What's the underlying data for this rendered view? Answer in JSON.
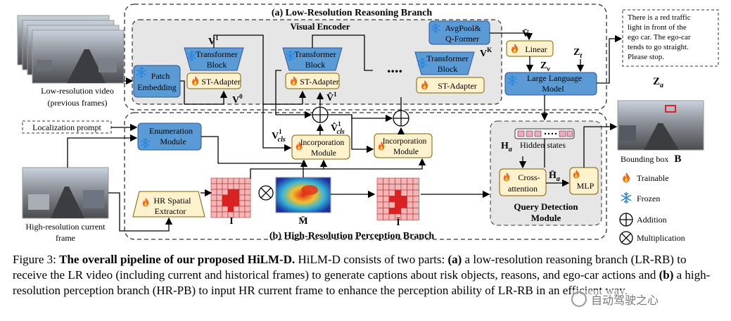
{
  "figure": {
    "lr_branch_title": "(a) Low-Resolution Reasoning Branch",
    "hr_branch_title": "(b) High-Resolution Perception Branch",
    "visual_encoder": "Visual Encoder",
    "lr_video_label_1": "Low-resolution video",
    "lr_video_label_2": "(previous frames)",
    "patch_embedding_1": "Patch",
    "patch_embedding_2": "Embedding",
    "transformer_1": "Transformer",
    "transformer_2": "Block",
    "st_adapter": "ST-Adapter",
    "v1": "V",
    "v1_sup": "1",
    "v0": "V",
    "v0_sup": "0",
    "vhat1": "V̂",
    "vhat1_sup": "1",
    "vk": "V",
    "vk_sup": "K",
    "dots": "....",
    "avgpool_1": "AvgPool&",
    "avgpool_2": "Q-Former",
    "vbar": "V̄",
    "linear": "Linear",
    "zv": "Z",
    "zv_sub": "v",
    "zt": "Z",
    "zt_sub": "t",
    "llm_1": "Large Language",
    "llm_2": "Model",
    "za": "Z",
    "za_sub": "a",
    "output_text": [
      "There is a red traffic",
      "light in front of the",
      "ego car. The ego-car",
      "tends to go straight.",
      "Please stop."
    ],
    "localization_prompt": "Localization prompt",
    "enumeration_1": "Enumeration",
    "enumeration_2": "Module",
    "vcls1": "V",
    "vcls1_sub": "cls",
    "vcls1_sup": "1",
    "vhatcls1": "V̂",
    "vhatcls1_sub": "cls",
    "vhatcls1_sup": "1",
    "incorporation_1": "Incorporation",
    "incorporation_2": "Module",
    "hr_label_1": "High-resolution current",
    "hr_label_2": "frame",
    "hr_extractor_1": "HR Spatial",
    "hr_extractor_2": "Extractor",
    "i_label": "I",
    "mbar_label": "M̄",
    "ibar_label": "Ī",
    "ha": "H",
    "ha_sub": "a",
    "hidden_states": "Hidden states",
    "cross_1": "Cross-",
    "cross_2": "attention",
    "hbar_a": "H̄",
    "hbar_a_sub": "a",
    "mlp": "MLP",
    "query_detection_1": "Query Detection",
    "query_detection_2": "Module",
    "bounding_box": "Bounding box",
    "b_label": "B",
    "legend_trainable": "Trainable",
    "legend_frozen": "Frozen",
    "legend_addition": "Addition",
    "legend_multiplication": "Multiplication"
  },
  "caption": {
    "prefix": "Figure 3: ",
    "bold_title": "The overall pipeline of our proposed HiLM-D.",
    "t1": " HiLM-D consists of two parts: ",
    "a": "(a)",
    "t2": " a low-resolution reasoning branch (LR-RB) to receive the LR video (including current and historical frames) to generate captions about risk objects, reasons, and ego-car actions and ",
    "b": "(b)",
    "t3": " a high-resolution perception branch (HR-PB) to input HR current frame to enhance the perception ability of LR-RB in an efficient way."
  },
  "watermark": "自动驾驶之心",
  "colors": {
    "frozen_box": "#5b9bd5",
    "trainable_box": "#fff2cc",
    "encoder_bg": "#e6e6e6",
    "grid_light": "#f4b6b6",
    "grid_dark": "#e02020",
    "fire": "#f26522",
    "snow": "#2e86de"
  }
}
